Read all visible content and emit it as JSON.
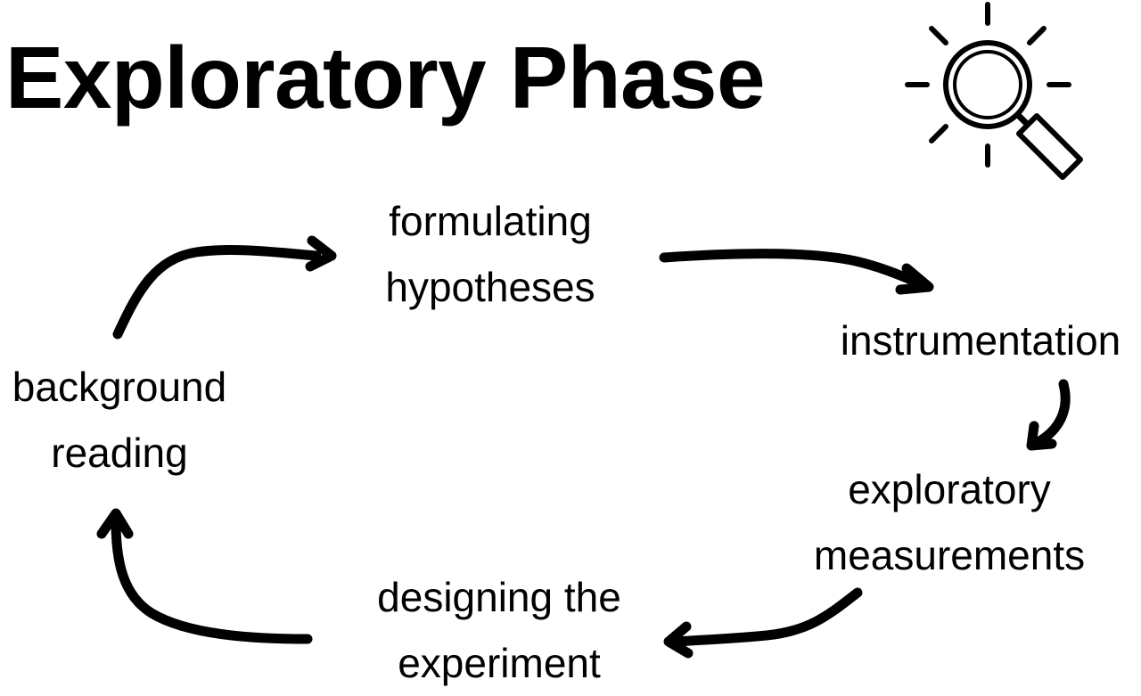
{
  "title": "Exploratory Phase",
  "header_icon": "magnifying-glass-icon",
  "stages": {
    "formulating": {
      "line1": "formulating",
      "line2": "hypotheses"
    },
    "instrumentation": {
      "line1": "instrumentation"
    },
    "exploratory": {
      "line1": "exploratory",
      "line2": "measurements"
    },
    "designing": {
      "line1": "designing the",
      "line2": "experiment"
    },
    "background": {
      "line1": "background",
      "line2": "reading"
    }
  },
  "cycle_order": [
    "background",
    "formulating",
    "instrumentation",
    "exploratory",
    "designing"
  ],
  "colors": {
    "ink": "#000000",
    "background": "#ffffff"
  }
}
